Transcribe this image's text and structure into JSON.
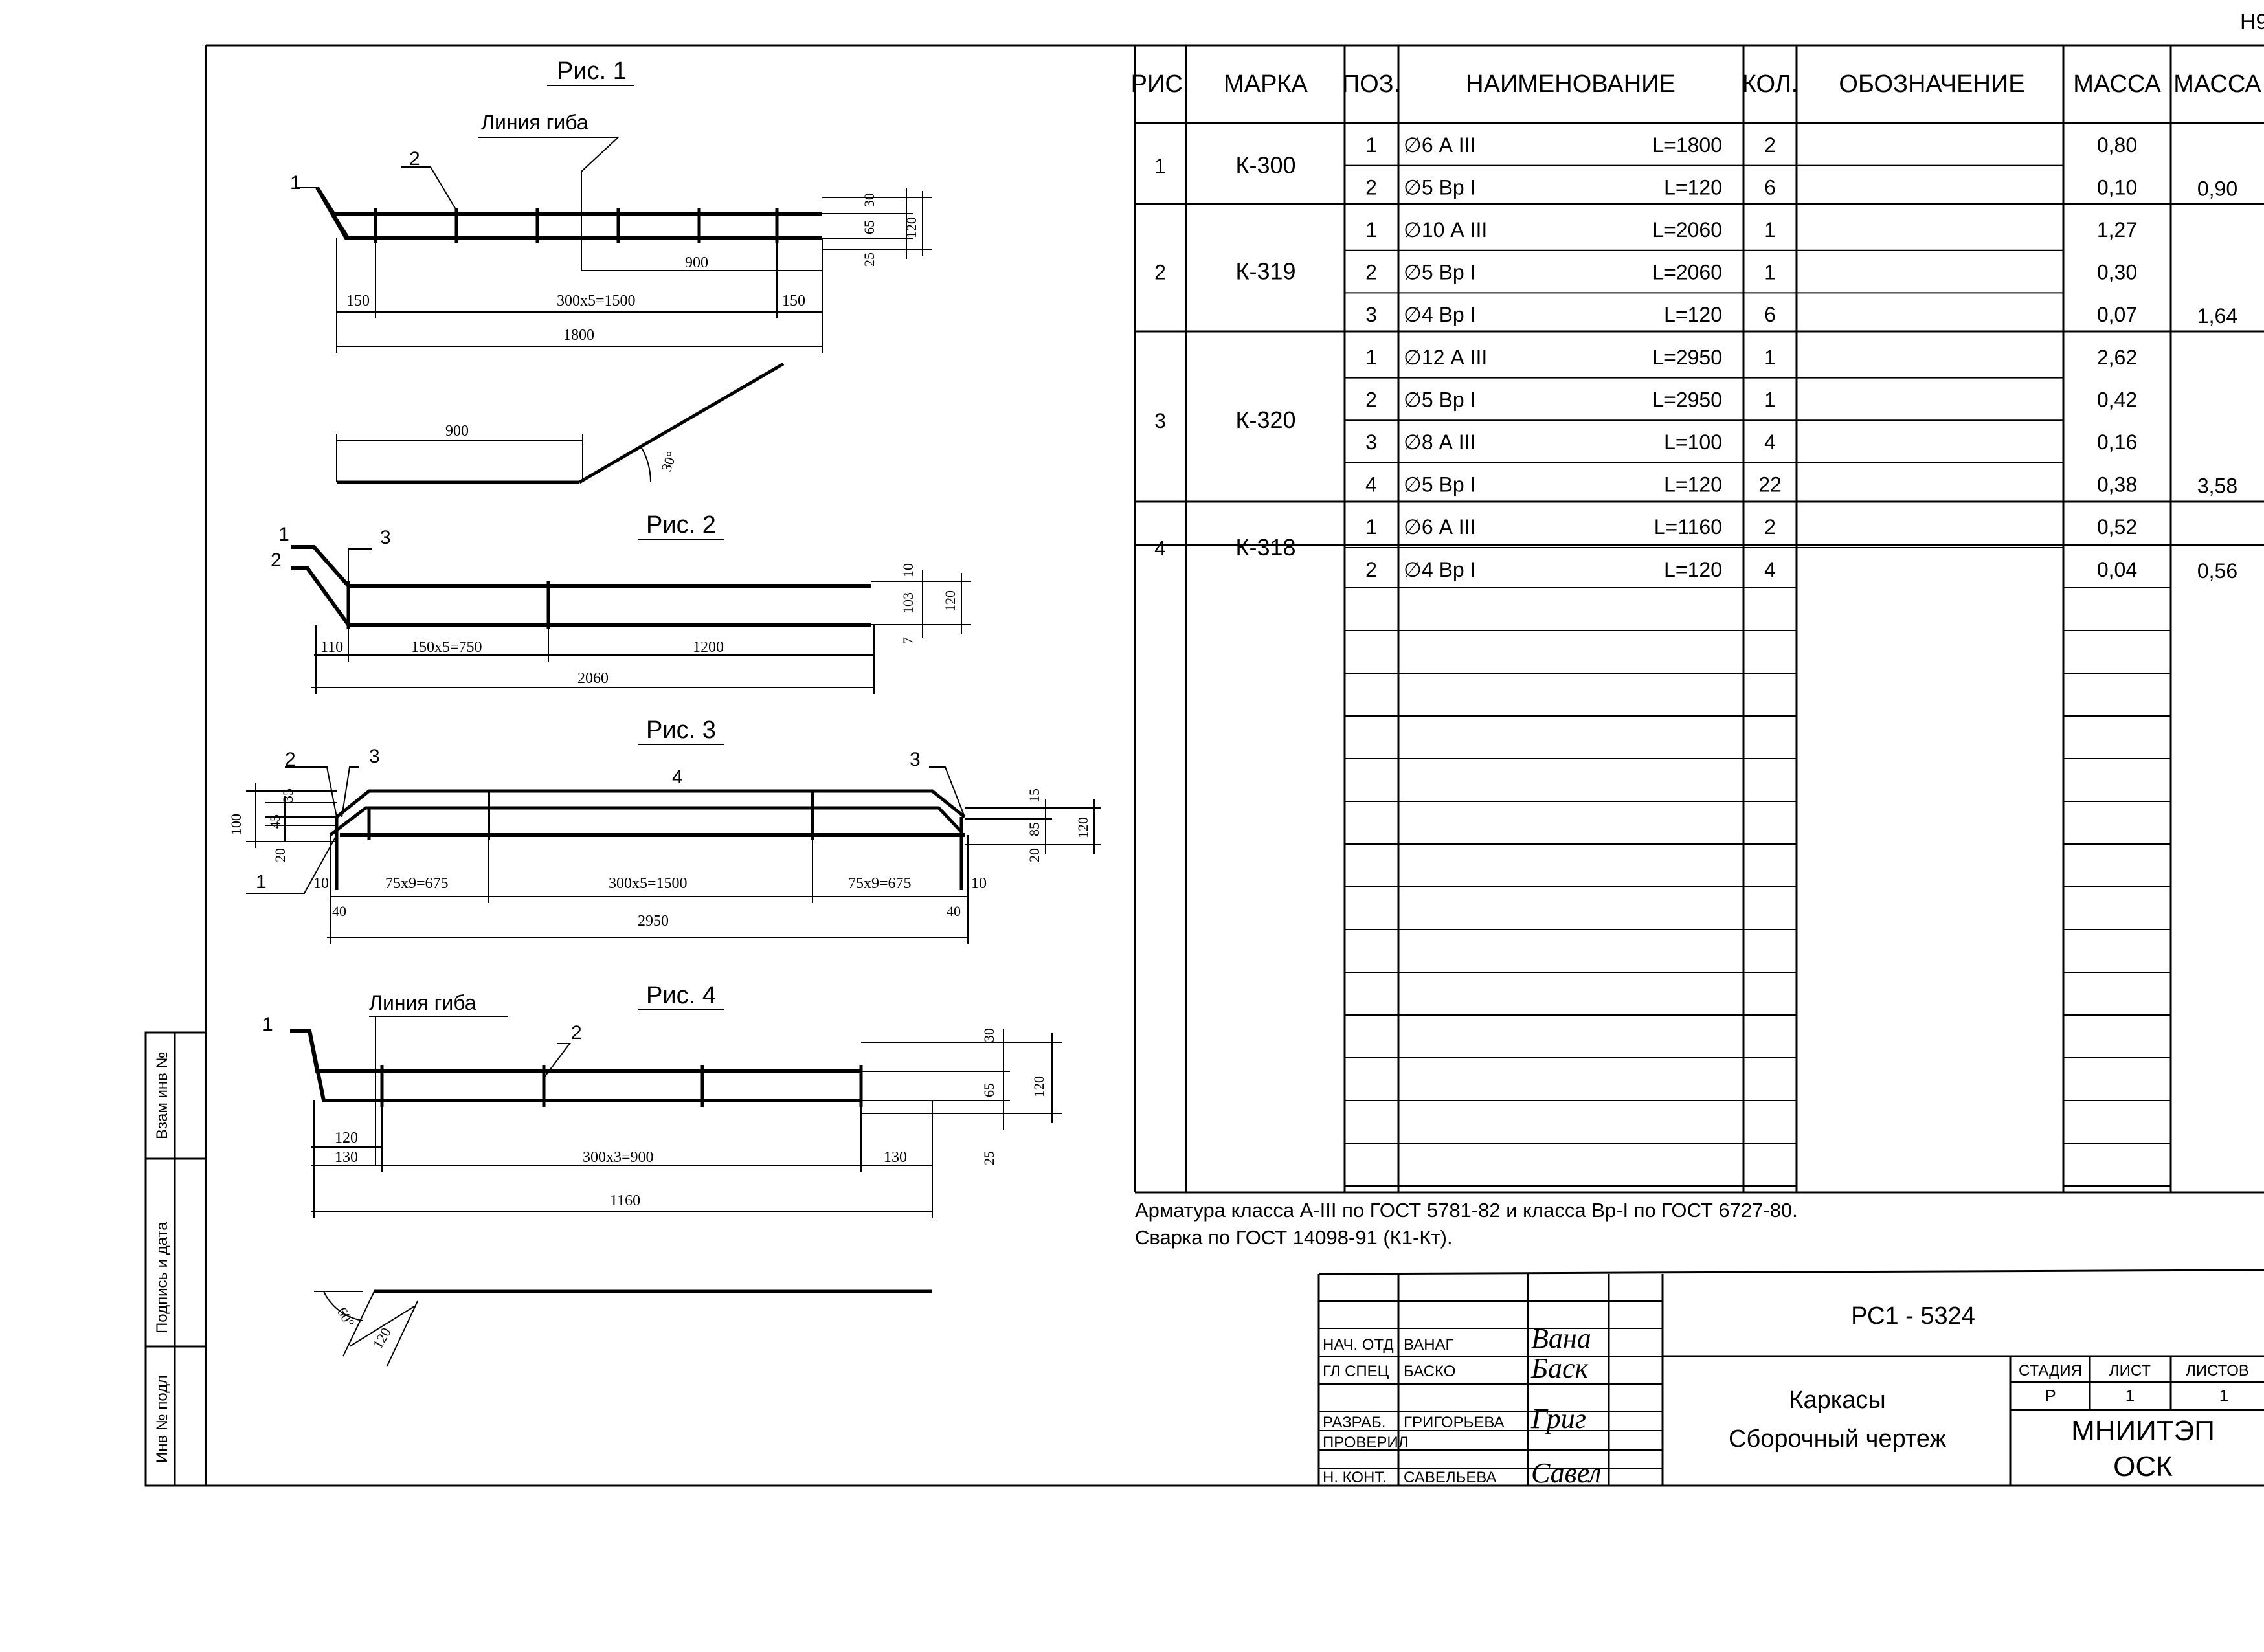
{
  "corner_mark": "Н9",
  "side_stamp": [
    "Взам инв №",
    "Подпись и дата",
    "Инв № подл"
  ],
  "figures": {
    "fig1": {
      "title": "Рис. 1",
      "bend_line": "Линия гиба",
      "callouts": [
        "1",
        "2"
      ],
      "dims": {
        "d900": "900",
        "d150a": "150",
        "d1500": "300x5=1500",
        "d150b": "150",
        "d1800": "1800",
        "d30": "30",
        "d65": "65",
        "d25": "25",
        "d120": "120",
        "d900b": "900",
        "a30": "30°"
      }
    },
    "fig2": {
      "title": "Рис. 2",
      "callouts": [
        "1",
        "2",
        "3"
      ],
      "dims": {
        "d110": "110",
        "d750": "150x5=750",
        "d1200": "1200",
        "d2060": "2060",
        "d10": "10",
        "d103": "103",
        "d7": "7",
        "d120": "120"
      }
    },
    "fig3": {
      "title": "Рис. 3",
      "callouts": [
        "1",
        "2",
        "3",
        "3",
        "4"
      ],
      "dims": {
        "d10a": "10",
        "d675a": "75x9=675",
        "d1500": "300x5=1500",
        "d675b": "75x9=675",
        "d10b": "10",
        "d40a": "40",
        "d40b": "40",
        "d2950": "2950",
        "d100": "100",
        "d35": "35",
        "d45": "45",
        "d20a": "20",
        "d15": "15",
        "d85": "85",
        "d20b": "20",
        "d120": "120"
      }
    },
    "fig4": {
      "title": "Рис. 4",
      "bend_line": "Линия гиба",
      "callouts": [
        "1",
        "2"
      ],
      "dims": {
        "d120a": "120",
        "d130a": "130",
        "d900": "300x3=900",
        "d130b": "130",
        "d1160": "1160",
        "d30": "30",
        "d65": "65",
        "d25": "25",
        "d120": "120",
        "a60": "60°",
        "d120b": "120"
      }
    }
  },
  "spec_table": {
    "headers": [
      "РИС.",
      "МАРКА",
      "ПОЗ.",
      "НАИМЕНОВАНИЕ",
      "КОЛ.",
      "ОБОЗНАЧЕНИЕ",
      "МАССА",
      "МАССА"
    ],
    "groups": [
      {
        "fig": "1",
        "mark": "К-300",
        "total": "0,90",
        "rows": [
          {
            "pos": "1",
            "name": "∅6 А III",
            "len": "L=1800",
            "qty": "2",
            "mass": "0,80"
          },
          {
            "pos": "2",
            "name": "∅5 Вр I",
            "len": "L=120",
            "qty": "6",
            "mass": "0,10"
          }
        ]
      },
      {
        "fig": "2",
        "mark": "К-319",
        "total": "1,64",
        "rows": [
          {
            "pos": "1",
            "name": "∅10 А III",
            "len": "L=2060",
            "qty": "1",
            "mass": "1,27"
          },
          {
            "pos": "2",
            "name": "∅5 Вр I",
            "len": "L=2060",
            "qty": "1",
            "mass": "0,30"
          },
          {
            "pos": "3",
            "name": "∅4 Вр I",
            "len": "L=120",
            "qty": "6",
            "mass": "0,07"
          }
        ]
      },
      {
        "fig": "3",
        "mark": "К-320",
        "total": "3,58",
        "rows": [
          {
            "pos": "1",
            "name": "∅12 А III",
            "len": "L=2950",
            "qty": "1",
            "mass": "2,62"
          },
          {
            "pos": "2",
            "name": "∅5 Вр I",
            "len": "L=2950",
            "qty": "1",
            "mass": "0,42"
          },
          {
            "pos": "3",
            "name": "∅8 А III",
            "len": "L=100",
            "qty": "4",
            "mass": "0,16"
          },
          {
            "pos": "4",
            "name": "∅5 Вр I",
            "len": "L=120",
            "qty": "22",
            "mass": "0,38"
          }
        ]
      },
      {
        "fig": "4",
        "mark": "К-318",
        "total": "0,56",
        "rows": [
          {
            "pos": "1",
            "name": "∅6 А III",
            "len": "L=1160",
            "qty": "2",
            "mass": "0,52"
          },
          {
            "pos": "2",
            "name": "∅4 Вр I",
            "len": "L=120",
            "qty": "4",
            "mass": "0,04"
          }
        ]
      }
    ]
  },
  "notes": [
    "Арматура  класса  А-III по ГОСТ  5781-82  и  класса  Вр-I  по  ГОСТ  6727-80.",
    "Сварка  по  ГОСТ  14098-91  (К1-Кт)."
  ],
  "title_block": {
    "doc_code": "РС1 - 5324",
    "roles": [
      {
        "role": "НАЧ. ОТД",
        "name": "ВАНАГ",
        "signature": "Вана"
      },
      {
        "role": "ГЛ СПЕЦ",
        "name": "БАСКО",
        "signature": "Баск"
      },
      {
        "role": "РАЗРАБ.",
        "name": "ГРИГОРЬЕВА",
        "signature": "Григ"
      },
      {
        "role": "ПРОВЕРИЛ",
        "name": "",
        "signature": ""
      },
      {
        "role": "Н. КОНТ.",
        "name": "САВЕЛЬЕВА",
        "signature": "Савел"
      }
    ],
    "drawing_name": [
      "Каркасы",
      "Сборочный чертеж"
    ],
    "stage_headers": [
      "СТАДИЯ",
      "ЛИСТ",
      "ЛИСТОВ"
    ],
    "stage_values": [
      "Р",
      "1",
      "1"
    ],
    "org": [
      "МНИИТЭП",
      "ОСК"
    ]
  }
}
